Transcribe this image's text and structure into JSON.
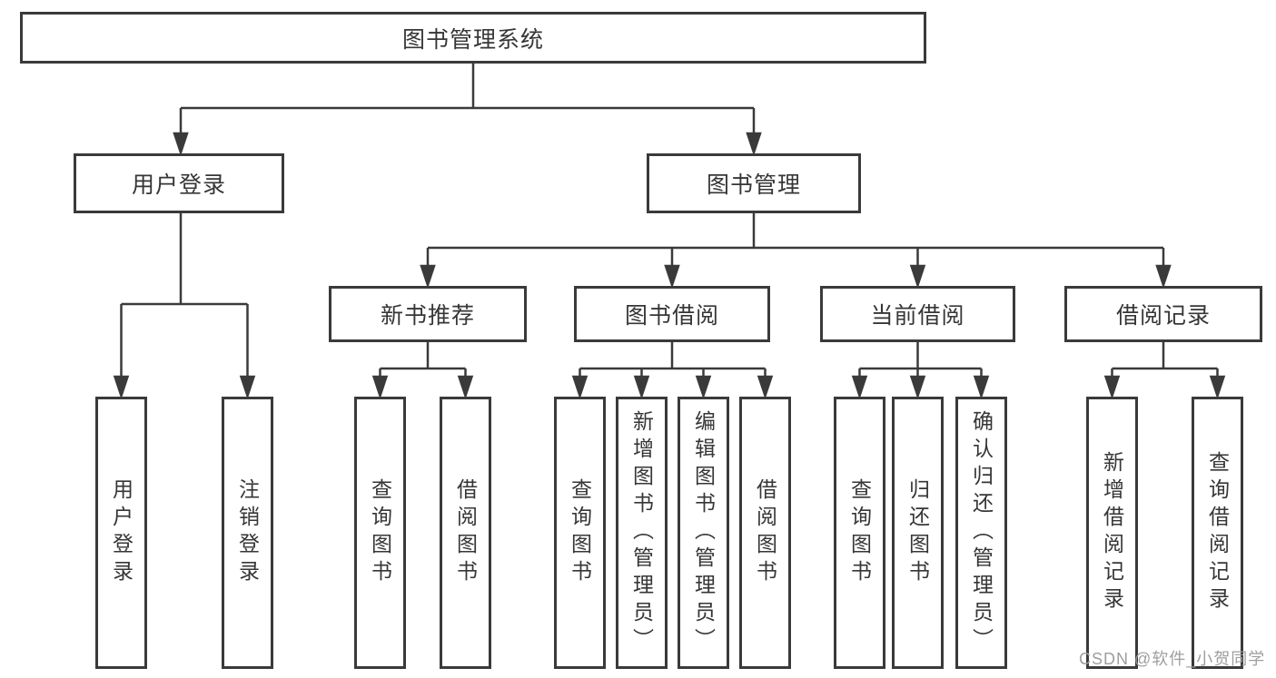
{
  "tree": {
    "root": {
      "label": "图书管理系统"
    },
    "children": [
      {
        "label": "用户登录",
        "children": [
          {
            "label": "用户登录"
          },
          {
            "label": "注销登录"
          }
        ]
      },
      {
        "label": "图书管理",
        "children": [
          {
            "label": "新书推荐",
            "children": [
              {
                "label": "查询图书"
              },
              {
                "label": "借阅图书"
              }
            ]
          },
          {
            "label": "图书借阅",
            "children": [
              {
                "label": "查询图书"
              },
              {
                "label": "新增图书（管理员）"
              },
              {
                "label": "编辑图书（管理员）"
              },
              {
                "label": "借阅图书"
              }
            ]
          },
          {
            "label": "当前借阅",
            "children": [
              {
                "label": "查询图书"
              },
              {
                "label": "归还图书"
              },
              {
                "label": "确认归还（管理员）"
              }
            ]
          },
          {
            "label": "借阅记录",
            "children": [
              {
                "label": "新增借阅记录"
              },
              {
                "label": "查询借阅记录"
              }
            ]
          }
        ]
      }
    ]
  },
  "watermark": {
    "text": "CSDN @软件_小贺同学"
  },
  "colors": {
    "line": "#3a3a3a",
    "box_border": "#3a3a3a",
    "text": "#363636",
    "watermark": "#9e9e9e",
    "background": "#ffffff"
  }
}
